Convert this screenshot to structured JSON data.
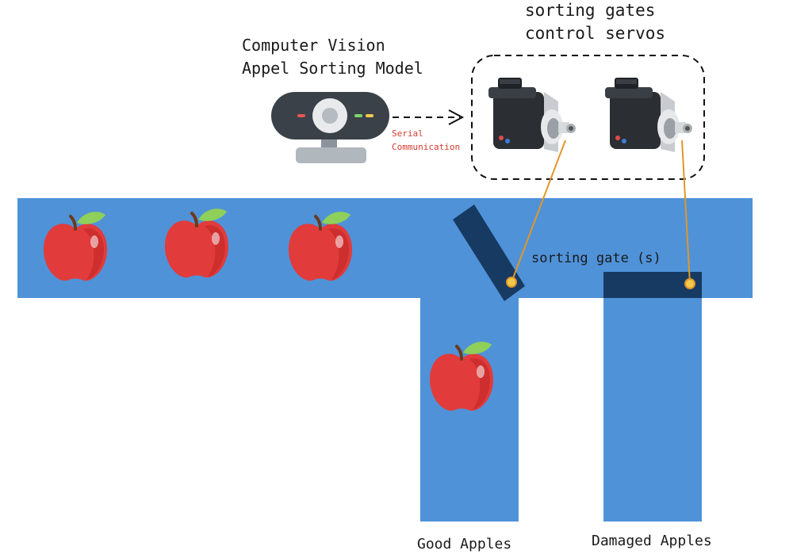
{
  "labels": {
    "model_title_line1": "Computer Vision",
    "model_title_line2": "Appel Sorting Model",
    "servos_title_line1": "sorting gates",
    "servos_title_line2": "control servos",
    "serial_line1": "Serial",
    "serial_line2": "Communication",
    "gate_label": "sorting gate (s)",
    "good_output": "Good Apples",
    "damaged_output": "Damaged Apples"
  },
  "colors": {
    "conveyor": "#4f92d8",
    "gate": "#173a63",
    "wire": "#e0972a",
    "serial_text": "#d63a2f",
    "text": "#1a1a1a",
    "apple": "#e23b3b",
    "leaf": "#8ed05a"
  },
  "icons": [
    "webcam-icon",
    "servo-motor-icon",
    "apple-icon"
  ]
}
